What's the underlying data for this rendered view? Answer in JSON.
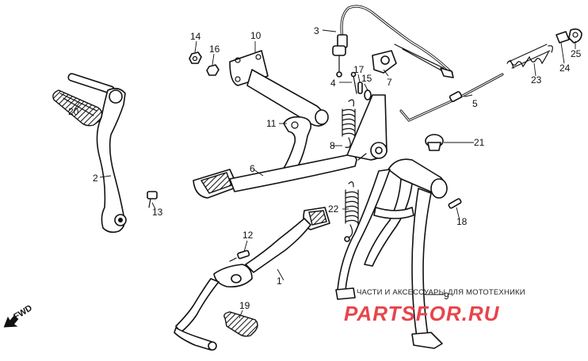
{
  "labels": {
    "l1": "1",
    "l2": "2",
    "l3": "3",
    "l4": "4",
    "l5": "5",
    "l6": "6",
    "l7": "7",
    "l8": "8",
    "l9": "9",
    "l10": "10",
    "l11": "11",
    "l12": "12",
    "l13": "13",
    "l14": "14",
    "l15": "15",
    "l16": "16",
    "l17": "17",
    "l18": "18",
    "l19": "19",
    "l20": "20",
    "l21": "21",
    "l22": "22",
    "l23": "23",
    "l24": "24",
    "l25": "25"
  },
  "fwd": "FWD",
  "watermark": {
    "tagline": "ЧАСТИ И АКСЕССУАРЫ ДЛЯ МОТОТЕХНИКИ",
    "brand": "PARTSFOR.RU"
  },
  "colors": {
    "ink": "#111111",
    "watermark": "#e8454b"
  },
  "icons": {
    "fwd_arrow": "arrow-left-icon"
  }
}
